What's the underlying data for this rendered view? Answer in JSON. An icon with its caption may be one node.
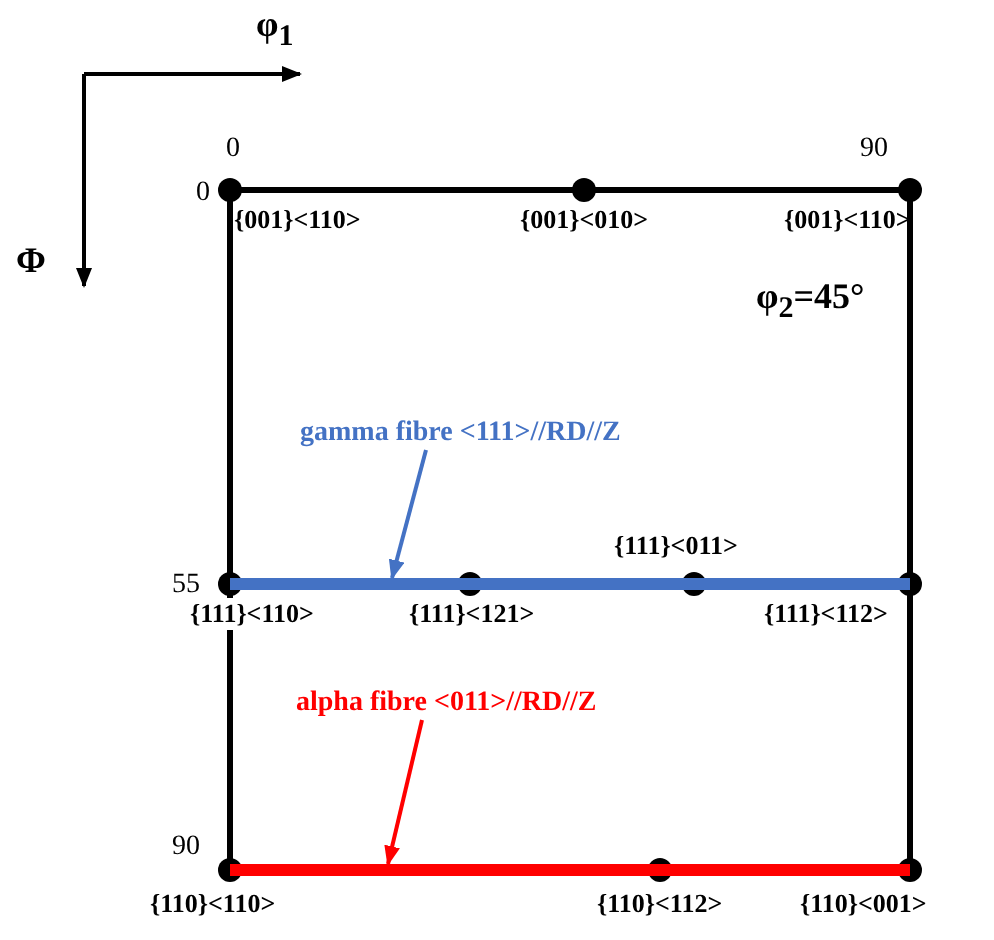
{
  "diagram": {
    "nodes": [
      {
        "text": [
          "gamma fibre <111>//RD//Z"
        ]
      },
      {
        "text": [],
        "shape": "bar"
      },
      {
        "text": [
          "alpha fibre <011>//RD//Z"
        ]
      },
      {
        "text": [],
        "shape": "bar"
      }
    ],
    "edges": [
      {
        "from": 0,
        "to": 1,
        "arrow": "to",
        "color": "#4472c4"
      },
      {
        "from": 2,
        "to": 3,
        "arrow": "to",
        "color": "#ff0000"
      }
    ],
    "labels": [
      "φ$_{1}$",
      "Φ",
      "0",
      "90",
      "0",
      "{001}<110>",
      "{001}<010>",
      "{001}<110>",
      "φ$_{2}$=45°",
      "{111}<011>",
      "55",
      "{111}<110>",
      "{111}<121>",
      "{111}<112>",
      "90",
      "{110}<110>",
      "{110}<112>",
      "{110}<001>"
    ]
  }
}
